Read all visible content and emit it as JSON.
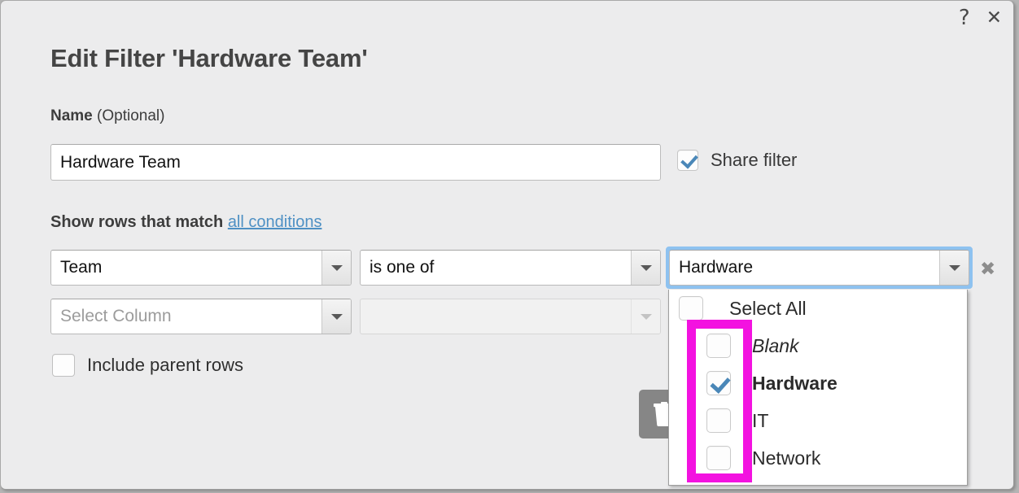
{
  "window": {
    "help_icon": "question-mark-icon",
    "help_label": "?",
    "close_label": "✕"
  },
  "dialog": {
    "title": "Edit Filter 'Hardware Team'",
    "name_label_bold": "Name",
    "name_label_regular": " (Optional)",
    "name_value": "Hardware Team",
    "share_filter": {
      "label": "Share filter",
      "checked": true
    },
    "show_rows": {
      "prefix": "Show rows that match ",
      "link": "all conditions"
    },
    "include_parent_rows": {
      "label": "Include parent rows",
      "checked": false
    },
    "delete_button": {
      "icon": "trash-icon",
      "label": ""
    },
    "remove_condition_label": "✖"
  },
  "conditions": [
    {
      "column": "Team",
      "column_placeholder": "",
      "operator": "is one of",
      "operator_placeholder": "",
      "value": "Hardware",
      "focused": true,
      "disabled": false
    },
    {
      "column": "",
      "column_placeholder": "Select Column",
      "operator": "",
      "operator_placeholder": "",
      "value": "",
      "focused": false,
      "disabled": true
    }
  ],
  "dropdown": {
    "select_all": {
      "label": "Select All",
      "checked": false
    },
    "options": [
      {
        "label": "Blank",
        "checked": false,
        "style": "italic"
      },
      {
        "label": "Hardware",
        "checked": true,
        "style": "bold"
      },
      {
        "label": "IT",
        "checked": false,
        "style": "normal"
      },
      {
        "label": "Network",
        "checked": false,
        "style": "normal"
      }
    ]
  },
  "annotation": {
    "color": "#f312e0",
    "shape": "rectangle",
    "target": "option-checkbox-column"
  },
  "colors": {
    "dialog_background": "#ececed",
    "page_background": "#b4b4b4",
    "link": "#4e90c4",
    "checkmark": "#4a87b8",
    "focus_border": "#8ec2f0",
    "annotation": "#f312e0"
  }
}
